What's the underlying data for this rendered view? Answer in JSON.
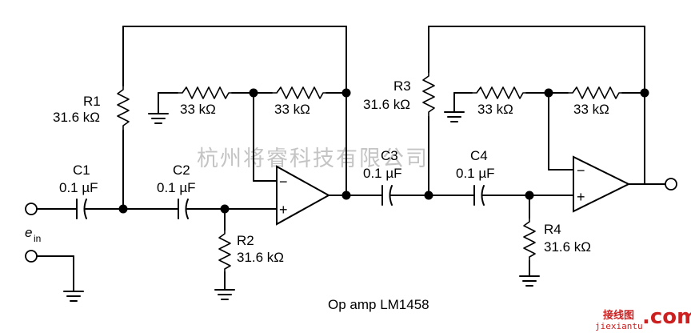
{
  "diagram": {
    "components": {
      "R1": {
        "name": "R1",
        "value": "31.6 kΩ"
      },
      "R2": {
        "name": "R2",
        "value": "31.6 kΩ"
      },
      "R3": {
        "name": "R3",
        "value": "31.6 kΩ"
      },
      "R4": {
        "name": "R4",
        "value": "31.6 kΩ"
      },
      "C1": {
        "name": "C1",
        "value": "0.1 µF"
      },
      "C2": {
        "name": "C2",
        "value": "0.1 µF"
      },
      "C3": {
        "name": "C3",
        "value": "0.1 µF"
      },
      "C4": {
        "name": "C4",
        "value": "0.1 µF"
      },
      "Ra1": {
        "value": "33 kΩ"
      },
      "Rb1": {
        "value": "33 kΩ"
      },
      "Ra2": {
        "value": "33 kΩ"
      },
      "Rb2": {
        "value": "33 kΩ"
      }
    },
    "input_label": {
      "main": "e",
      "sub": "in"
    },
    "opamp_note": "Op amp LM1458",
    "opamp_signs": {
      "minus": "−",
      "plus": "+"
    }
  },
  "watermark": {
    "text": "杭州将睿科技有限公司",
    "logo_cn": "接线图",
    "logo_com": ".com",
    "logo_url": "jiexiantu"
  }
}
